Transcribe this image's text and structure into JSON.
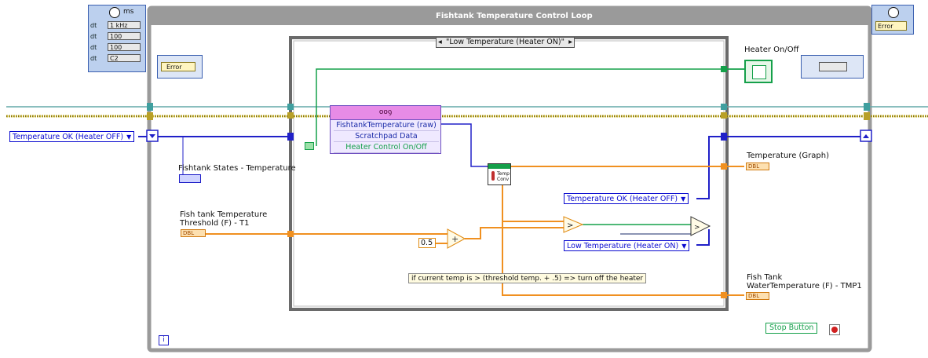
{
  "loop": {
    "title": "Fishtank Temperature Control Loop",
    "iteration_icon": "i"
  },
  "timing": {
    "unit_label": "ms",
    "rows": [
      {
        "label": "dt",
        "value": "1 kHz"
      },
      {
        "label": "dt",
        "value": "100"
      },
      {
        "label": "dt",
        "value": "100"
      },
      {
        "label": "dt",
        "value": "C2"
      }
    ],
    "right_label": "Error"
  },
  "error_cluster_left": "Error",
  "case_structure": {
    "selector": "\"Low Temperature (Heater ON)\""
  },
  "ucl": {
    "header_icon": "oo-icon",
    "rows": [
      "FishtankTemperature (raw)",
      "Scratchpad Data",
      "Heater Control On/Off"
    ]
  },
  "left_control": {
    "value": "Temperature OK (Heater OFF)"
  },
  "labels": {
    "states": "Fishtank States - Temperature",
    "threshold_line1": "Fish tank Temperature",
    "threshold_line2": "Threshold (F) - T1",
    "threshold_ind": "DBL",
    "heater_onoff": "Heater On/Off",
    "temp_graph": "Temperature (Graph)",
    "graph_ind": "DBL",
    "fish_tank_line1": "Fish Tank",
    "fish_tank_line2": "WaterTemperature (F) - TMP1",
    "fish_tank_ind": "DBL",
    "stop_button": "Stop Button",
    "comment": "if current temp is > (threshold temp. + .5) => turn off the heater",
    "const_value": "0.5"
  },
  "rings": {
    "ok": "Temperature OK (Heater OFF)",
    "low": "Low Temperature (Heater ON)"
  },
  "vi": {
    "top": "Temp",
    "bottom": "Conv"
  },
  "colors": {
    "loop_border": "#9a9a9a",
    "enum_wire": "#2020c8",
    "dbl_wire": "#f09020",
    "bool_wire": "#15a04a",
    "error_wire": "#c8b428",
    "ucl_header": "#e78be6"
  }
}
